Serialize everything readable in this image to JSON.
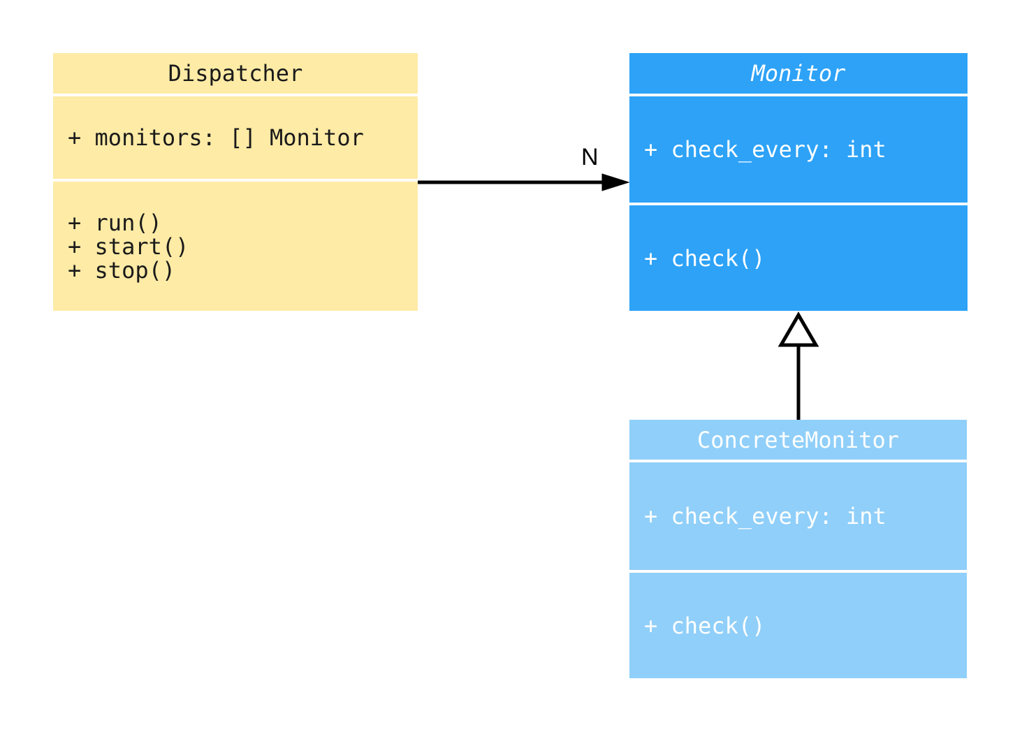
{
  "diagram": {
    "type": "uml-class-diagram",
    "background_color": "#ffffff",
    "classes": [
      {
        "id": "dispatcher",
        "name": "Dispatcher",
        "abstract": false,
        "fill": "#feeba6",
        "text_color": "#1a1a1a",
        "attributes": [
          "+ monitors: [] Monitor"
        ],
        "methods": [
          "+ run()",
          "+ start()",
          "+ stop()"
        ]
      },
      {
        "id": "monitor",
        "name": "Monitor",
        "abstract": true,
        "fill": "#2da2f7",
        "text_color": "#ffffff",
        "attributes": [
          "+ check_every: int"
        ],
        "methods": [
          "+ check()"
        ]
      },
      {
        "id": "concrete-monitor",
        "name": "ConcreteMonitor",
        "abstract": false,
        "fill": "#90cff9",
        "text_color": "#ffffff",
        "attributes": [
          "+ check_every: int"
        ],
        "methods": [
          "+ check()"
        ]
      }
    ],
    "relationships": [
      {
        "type": "association",
        "from": "Dispatcher",
        "to": "Monitor",
        "label": "N",
        "line_color": "#000000"
      },
      {
        "type": "inheritance",
        "from": "ConcreteMonitor",
        "to": "Monitor",
        "label": "",
        "line_color": "#000000"
      }
    ]
  }
}
